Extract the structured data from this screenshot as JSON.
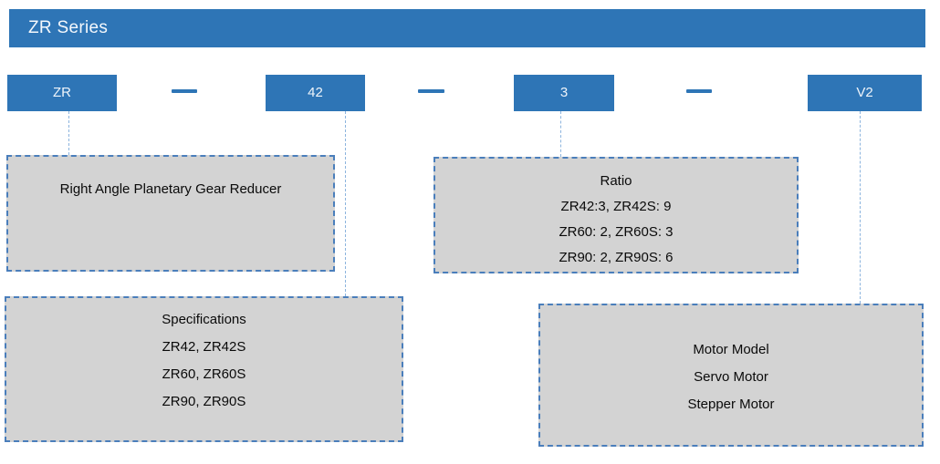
{
  "header": {
    "title": "ZR Series"
  },
  "code": {
    "separator": "—",
    "segments": [
      {
        "label": "ZR"
      },
      {
        "label": "42"
      },
      {
        "label": "3"
      },
      {
        "label": "V2"
      }
    ]
  },
  "callouts": {
    "gear_reducer": {
      "title": "Right Angle Planetary Gear Reducer",
      "lines": []
    },
    "ratio": {
      "title": "Ratio",
      "lines": [
        "ZR42:3, ZR42S: 9",
        "ZR60: 2, ZR60S: 3",
        "ZR90: 2, ZR90S: 6"
      ]
    },
    "specifications": {
      "title": "Specifications",
      "lines": [
        "ZR42, ZR42S",
        "ZR60, ZR60S",
        "ZR90, ZR90S"
      ]
    },
    "motor_model": {
      "title": "Motor Model",
      "lines": [
        "Servo Motor",
        "Stepper Motor"
      ]
    }
  },
  "colors": {
    "accent_blue": "#2e75b6",
    "callout_fill_gray": "#d3d3d3",
    "callout_border_blue": "#4a7ebb",
    "connector_blue": "#8cb4de",
    "text_black": "#0a0a0a",
    "text_white": "#f4f8fc"
  }
}
